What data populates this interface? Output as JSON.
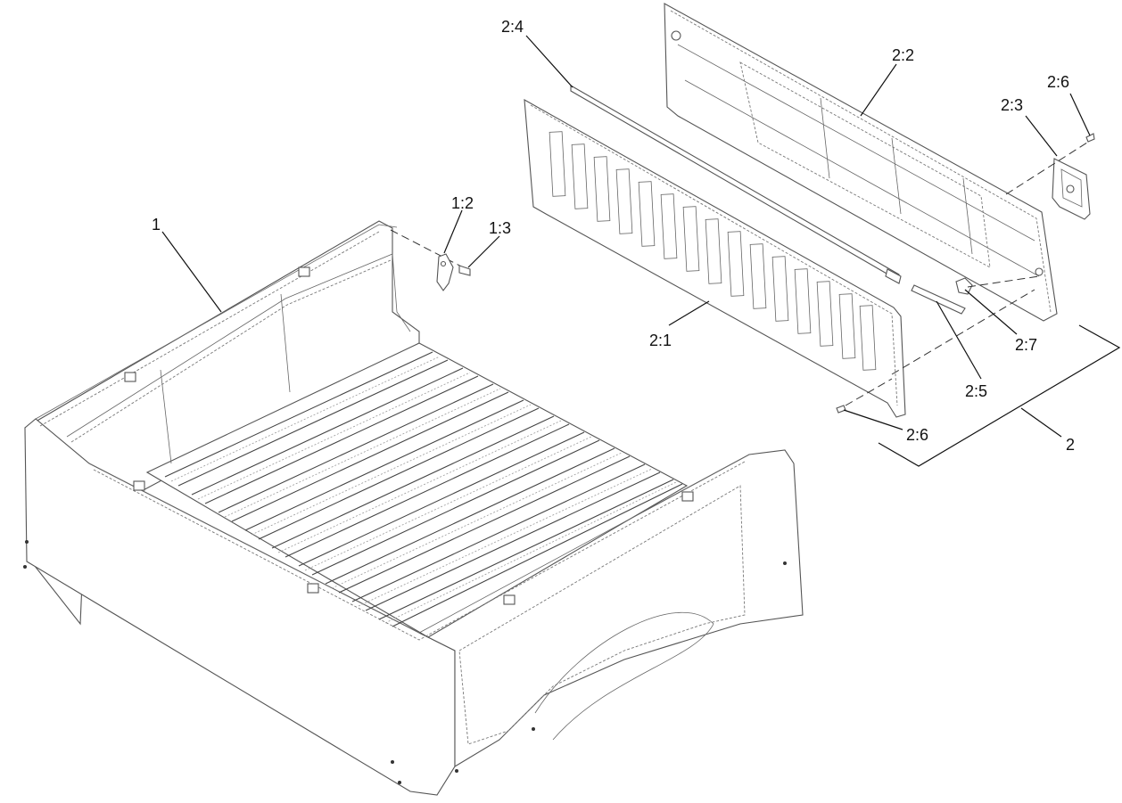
{
  "callouts": {
    "c1": "1",
    "c1_2": "1:2",
    "c1_3": "1:3",
    "c2": "2",
    "c2_1": "2:1",
    "c2_2": "2:2",
    "c2_3": "2:3",
    "c2_4": "2:4",
    "c2_5": "2:5",
    "c2_6a": "2:6",
    "c2_6b": "2:6",
    "c2_7": "2:7"
  },
  "colors": {
    "line": "#555555",
    "text": "#111111",
    "background": "#ffffff"
  }
}
